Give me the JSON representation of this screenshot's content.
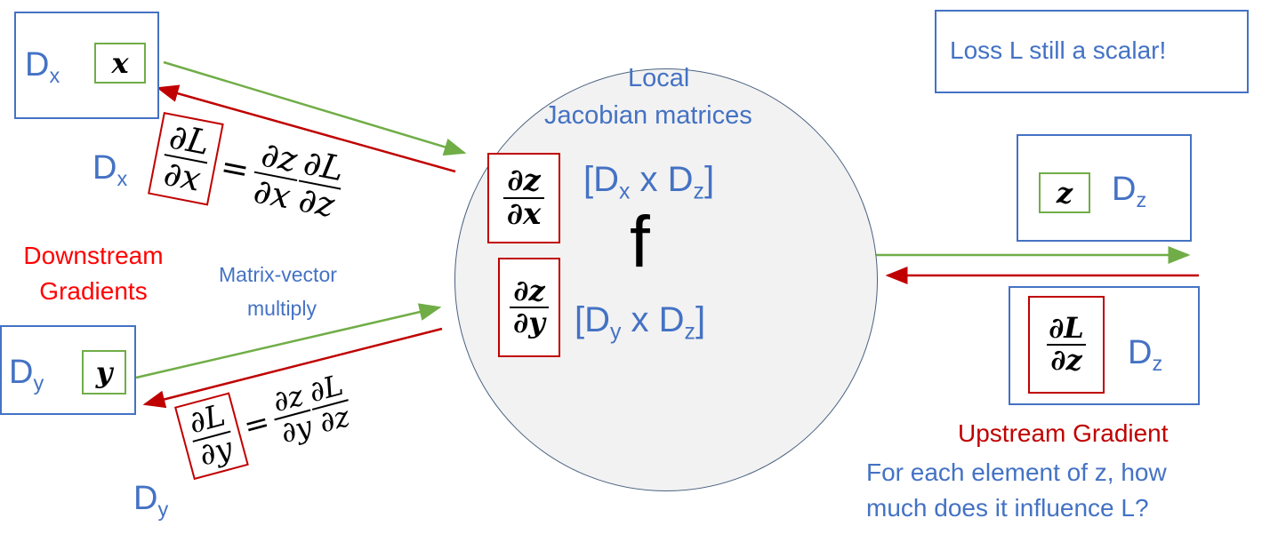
{
  "inputs": {
    "x": {
      "dim_main": "D",
      "dim_sub": "x",
      "symbol": "x"
    },
    "y": {
      "dim_main": "D",
      "dim_sub": "y",
      "symbol": "y"
    }
  },
  "output": {
    "dim_main": "D",
    "dim_sub": "z",
    "symbol": "z"
  },
  "node": {
    "function_label": "f",
    "title_line1": "Local",
    "title_line2": "Jacobian matrices",
    "jacobian_x": {
      "num": "∂z",
      "den": "∂x",
      "dims": "[D",
      "dims_sub1": "x",
      "dims_mid": " x D",
      "dims_sub2": "z",
      "dims_end": "]"
    },
    "jacobian_y": {
      "num": "∂z",
      "den": "∂y",
      "dims": "[D",
      "dims_sub1": "y",
      "dims_mid": " x D",
      "dims_sub2": "z",
      "dims_end": "]"
    }
  },
  "upstream": {
    "num": "∂L",
    "den": "∂z",
    "dim_main": "D",
    "dim_sub": "z",
    "label": "Upstream Gradient",
    "caption_line1": "For each element of z, how",
    "caption_line2": "much does it influence L?"
  },
  "downstream": {
    "label_line1": "Downstream",
    "label_line2": "Gradients",
    "dx": {
      "dim_main": "D",
      "dim_sub": "x",
      "lhs_num": "∂L",
      "lhs_den": "∂x",
      "eq": "=",
      "r1_num": "∂z",
      "r1_den": "∂x",
      "r2_num": "∂L",
      "r2_den": "∂z"
    },
    "dy": {
      "dim_main": "D",
      "dim_sub": "y",
      "lhs_num": "∂L",
      "lhs_den": "∂y",
      "eq": "=",
      "r1_num": "∂z",
      "r1_den": "∂y",
      "r2_num": "∂L",
      "r2_den": "∂z"
    },
    "multiply_line1": "Matrix-vector",
    "multiply_line2": "multiply"
  },
  "note": "Loss L still a scalar!",
  "colors": {
    "blue": "#4472c4",
    "green": "#70ad47",
    "darkred": "#c00000",
    "red": "#ff0000",
    "circle_fill": "#f2f2f2"
  }
}
